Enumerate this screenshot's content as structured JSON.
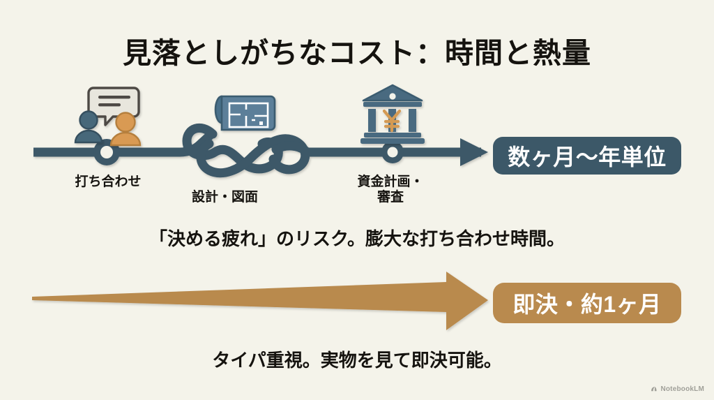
{
  "slide": {
    "title": "見落としがちなコスト：時間と熱量",
    "background_color": "#f4f3ea"
  },
  "timeline_top": {
    "line_color": "#3c5868",
    "nodes": [
      {
        "label": "打ち合わせ",
        "icon": "people-chat-icon"
      },
      {
        "label": "設計・図面",
        "icon": "blueprint-icon"
      },
      {
        "label": "資金計画・\n審査",
        "icon": "bank-yen-icon"
      }
    ],
    "badge": {
      "text": "数ヶ月〜年単位",
      "background_color": "#3c5868",
      "text_color": "#ffffff"
    },
    "caption": "「決める疲れ」のリスク。膨大な打ち合わせ時間。"
  },
  "timeline_bottom": {
    "arrow_color": "#b98a4e",
    "badge": {
      "text": "即決・約1ヶ月",
      "background_color": "#b98a4e",
      "text_color": "#ffffff"
    },
    "caption": "タイパ重視。実物を見て即決可能。"
  },
  "watermark": {
    "label": "NotebookLM",
    "icon": "notebooklm-logo-icon"
  }
}
